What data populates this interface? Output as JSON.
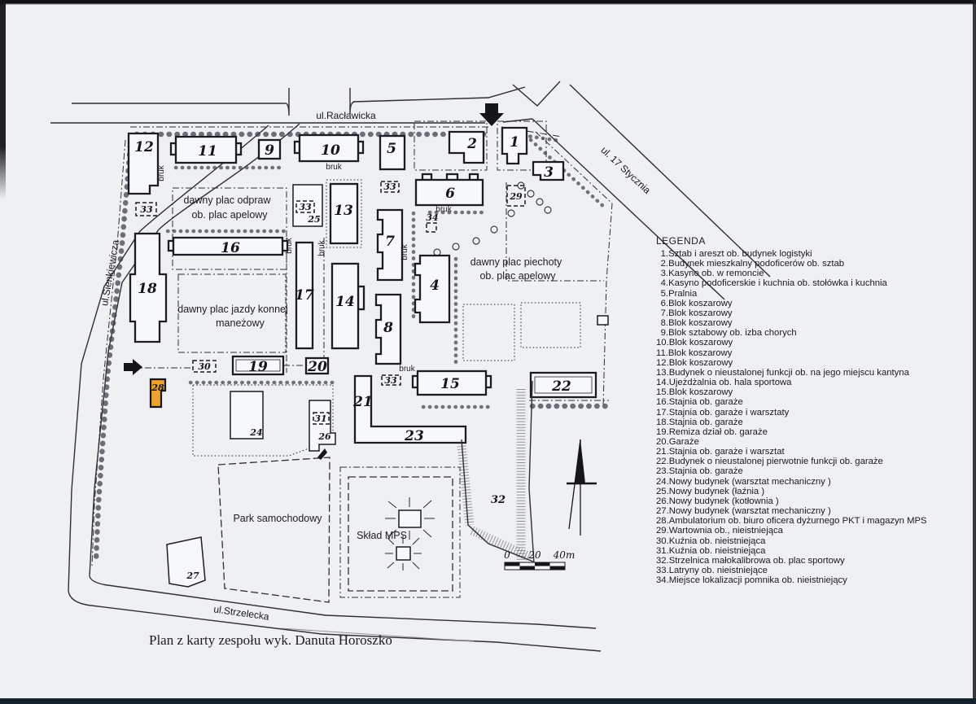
{
  "legend": {
    "title": "LEGENDA",
    "items": [
      {
        "num": "1",
        "text": "Sztab i areszt ob. budynek logistyki"
      },
      {
        "num": "2",
        "text": "Budynek mieszkalny podoficerów ob. sztab"
      },
      {
        "num": "3",
        "text": "Kasyno ob. w remoncie"
      },
      {
        "num": "4",
        "text": "Kasyno podoficerskie i kuchnia ob. stołówka i kuchnia"
      },
      {
        "num": "5",
        "text": "Pralnia"
      },
      {
        "num": "6",
        "text": "Blok koszarowy"
      },
      {
        "num": "7",
        "text": "Blok koszarowy"
      },
      {
        "num": "8",
        "text": "Blok koszarowy"
      },
      {
        "num": "9",
        "text": "Blok sztabowy ob. izba chorych"
      },
      {
        "num": "10",
        "text": "Blok koszarowy"
      },
      {
        "num": "11",
        "text": "Blok koszarowy"
      },
      {
        "num": "12",
        "text": "Blok koszarowy"
      },
      {
        "num": "13",
        "text": "Budynek o nieustalonej funkcji ob. na jego miejscu kantyna"
      },
      {
        "num": "14",
        "text": "Ujeżdżalnia ob. hala sportowa"
      },
      {
        "num": "15",
        "text": "Blok koszarowy"
      },
      {
        "num": "16",
        "text": "Stajnia ob. garaże"
      },
      {
        "num": "17",
        "text": "Stajnia ob. garaże i warsztaty"
      },
      {
        "num": "18",
        "text": "Stajnia ob. garaże"
      },
      {
        "num": "19",
        "text": "Remiza dział ob. garaże"
      },
      {
        "num": "20",
        "text": "Garaże"
      },
      {
        "num": "21",
        "text": "Stajnia ob. garaże i warsztat"
      },
      {
        "num": "22",
        "text": "Budynek o nieustalonej pierwotnie funkcji ob. garaże"
      },
      {
        "num": "23",
        "text": "Stajnia ob. garaże"
      },
      {
        "num": "24",
        "text": "Nowy budynek (warsztat mechaniczny )"
      },
      {
        "num": "25",
        "text": "Nowy budynek (łaźnia )"
      },
      {
        "num": "26",
        "text": "Nowy budynek (kotłownia )"
      },
      {
        "num": "27",
        "text": "Nowy budynek (warsztat mechaniczny )"
      },
      {
        "num": "28",
        "text": "Ambulatorium ob. biuro oficera dyżurnego PKT i magazyn MPS"
      },
      {
        "num": "29",
        "text": "Wartownia ob., nieistniejąca"
      },
      {
        "num": "30",
        "text": "Kuźnia ob. nieistniejąca"
      },
      {
        "num": "31",
        "text": "Kuźnia ob. nieistniejąca"
      },
      {
        "num": "32",
        "text": "Strzelnica małokalibrowa ob. plac sportowy"
      },
      {
        "num": "33",
        "text": "Latryny ob. nieistniejące"
      },
      {
        "num": "34",
        "text": "Miejsce lokalizacji pomnika ob. nieistniejący"
      }
    ]
  },
  "map": {
    "streets": {
      "raclawicka": "ul.Racławicka",
      "sienkiewicza": "ul.Sienkiewicza",
      "stycznia": "ul. 17 Stycznia",
      "strzelecka": "ul.Strzelecka"
    },
    "areas": {
      "odpraw1": "dawny plac odpraw",
      "odpraw2": "ob. plac apelowy",
      "jazdy1": "dawny plac jazdy konnej",
      "jazdy2": "maneżowy",
      "piechoty1": "dawny plac piechoty",
      "piechoty2": "ob. plac apelowy",
      "park": "Park samochodowy",
      "sklad": "Skład MPS"
    },
    "surface_label": "bruk",
    "highlight_color": "#efa32e",
    "buildings": {
      "b1": "1",
      "b2": "2",
      "b3": "3",
      "b4": "4",
      "b5": "5",
      "b6": "6",
      "b7": "7",
      "b8": "8",
      "b9": "9",
      "b10": "10",
      "b11": "11",
      "b12": "12",
      "b13": "13",
      "b14": "14",
      "b15": "15",
      "b16": "16",
      "b17": "17",
      "b18": "18",
      "b19": "19",
      "b20": "20",
      "b21": "21",
      "b22": "22",
      "b23": "23",
      "b24": "24",
      "b25": "25",
      "b26": "26",
      "b27": "27",
      "b28": "28",
      "b29": "29",
      "b30": "30",
      "b31": "31",
      "b32": "32",
      "b33": "33",
      "b34": "34"
    },
    "scale": {
      "t0": "0",
      "t20": "20",
      "t40": "40m"
    }
  },
  "caption": {
    "text": "Plan z karty zespołu wyk. Danuta Horoszko"
  }
}
